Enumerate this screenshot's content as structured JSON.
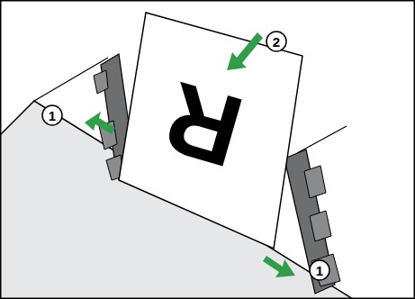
{
  "diagram": {
    "labels": [
      "2",
      "1",
      "R",
      "1"
    ]
  }
}
